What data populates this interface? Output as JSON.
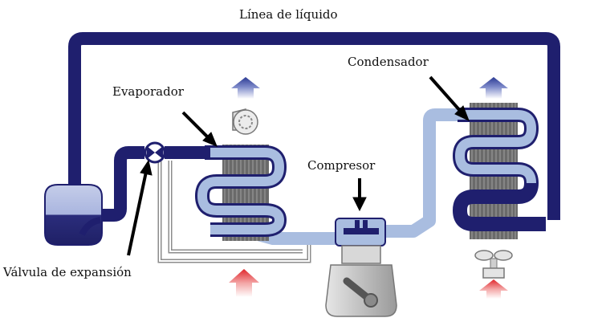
{
  "labels": {
    "liquid_line": "Línea de líquido",
    "evaporator": "Evaporador",
    "condenser": "Condensador",
    "compressor": "Compresor",
    "expansion_valve": "Válvula de expansión"
  },
  "colors": {
    "dark_line": "#1f1f6e",
    "light_line": "#a9bde0",
    "fins": "#6a6a6a",
    "hot_arrow": "#e83030",
    "cool_arrow": "#3a4fa8",
    "compressor_body": "#c8c8c8"
  },
  "icons": [
    "fan-icon",
    "blower-icon",
    "arrow-up-icon",
    "pointer-arrow-icon"
  ]
}
